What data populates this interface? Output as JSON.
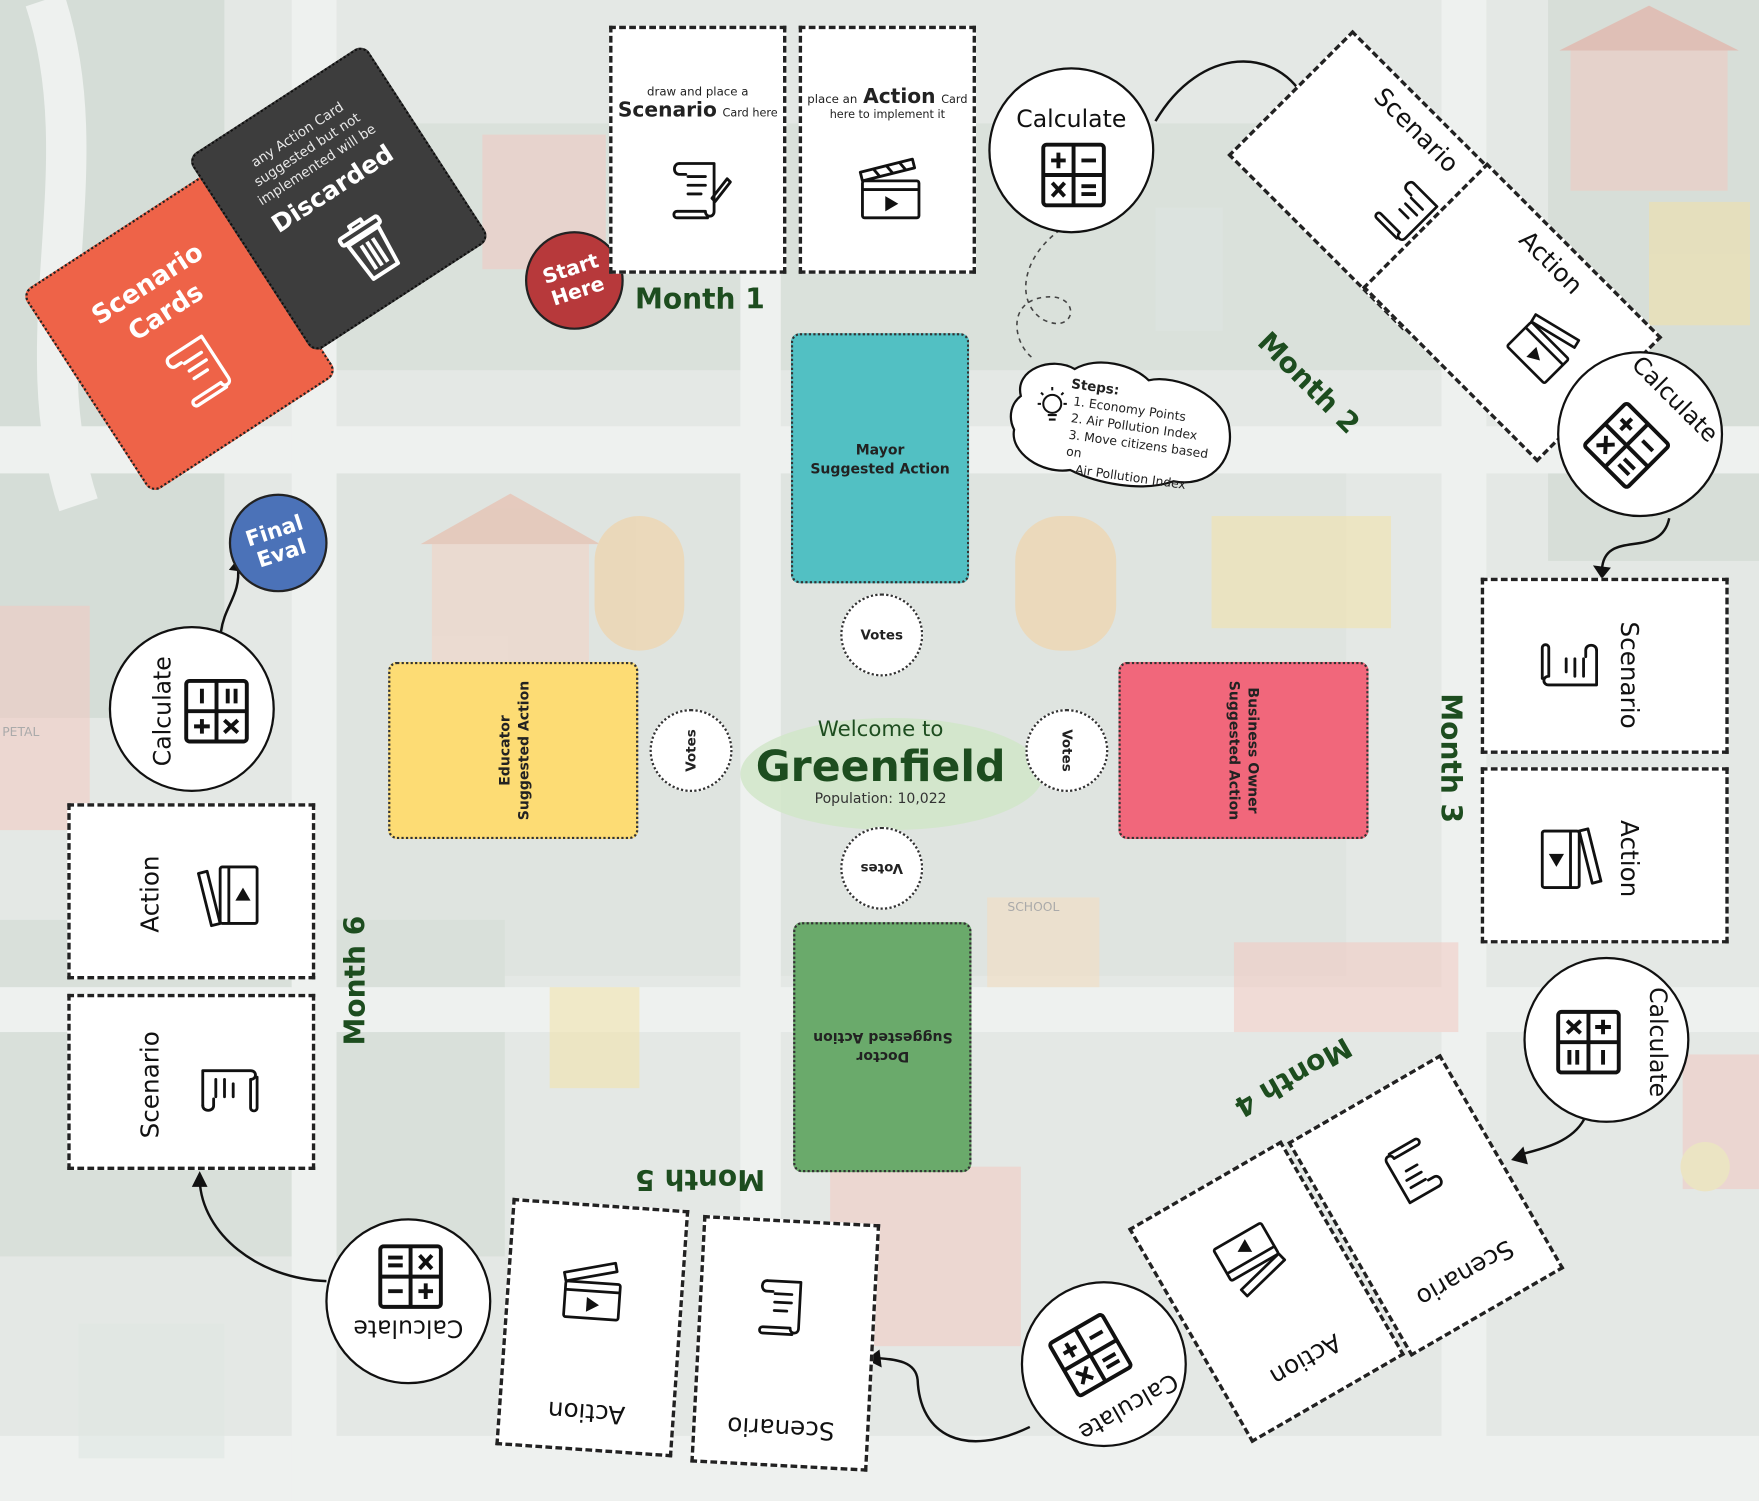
{
  "colors": {
    "scenario_deck": "#ee6348",
    "discard_deck": "#3d3d3d",
    "start_badge": "#b7393b",
    "final_badge": "#4b72b8",
    "month_text": "#1d4d1f",
    "mayor_card": "#52c0c3",
    "educator_card": "#fddc74",
    "business_card": "#f1677b",
    "doctor_card": "#6aaa6b"
  },
  "decks": {
    "scenario": {
      "line1": "Scenario",
      "line2": "Cards",
      "icon": "scroll-icon"
    },
    "discard": {
      "note1": "any Action Card",
      "note2": "suggested but not",
      "note3": "implemented will be",
      "title": "Discarded",
      "icon": "trash-icon"
    }
  },
  "badges": {
    "start": {
      "line1": "Start",
      "line2": "Here"
    },
    "final": {
      "line1": "Final",
      "line2": "Eval"
    }
  },
  "month1": {
    "label": "Month 1",
    "scenario_slot": {
      "pre": "draw and place a",
      "title": "Scenario",
      "post": "Card here",
      "icon": "scroll-icon"
    },
    "action_slot": {
      "pre": "place an",
      "title": "Action",
      "post": "Card",
      "post2": "here to implement it",
      "icon": "clapperboard-icon"
    }
  },
  "slot_labels": {
    "scenario": "Scenario",
    "action": "Action",
    "calculate": "Calculate"
  },
  "months": [
    "Month 2",
    "Month 3",
    "Month 4",
    "Month 5",
    "Month 6"
  ],
  "steps": {
    "title": "Steps:",
    "items": [
      "1. Economy Points",
      "2. Air Pollution Index",
      "3. Move citizens based on",
      "Air Pollution Index"
    ],
    "icon": "lightbulb-icon"
  },
  "center": {
    "welcome": "Welcome to",
    "city": "Greenfield",
    "population": "Population: 10,022"
  },
  "roles": {
    "mayor": {
      "line1": "Mayor",
      "line2": "Suggested Action"
    },
    "educator": {
      "line1": "Educator",
      "line2": "Suggested Action"
    },
    "business": {
      "line1": "Business Owner",
      "line2": "Suggested Action"
    },
    "doctor": {
      "line1": "Doctor",
      "line2": "Suggested Action"
    }
  },
  "votes_label": "Votes",
  "background": {
    "sign_petal": "PETAL",
    "sign_school": "SCHOOL"
  }
}
